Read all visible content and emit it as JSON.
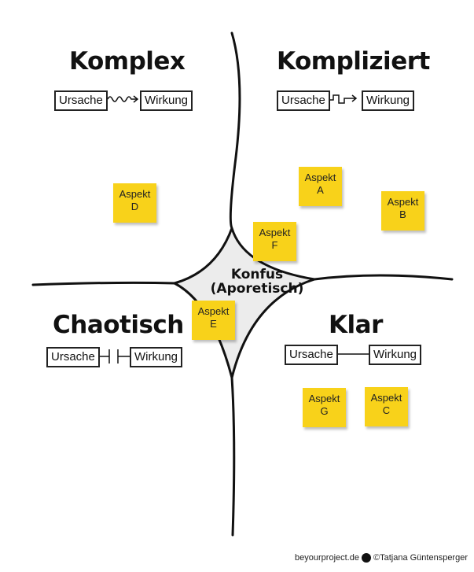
{
  "domains": {
    "complex": {
      "title": "Komplex",
      "cause": "Ursache",
      "effect": "Wirkung"
    },
    "complicated": {
      "title": "Kompliziert",
      "cause": "Ursache",
      "effect": "Wirkung"
    },
    "chaotic": {
      "title": "Chaotisch",
      "cause": "Ursache",
      "effect": "Wirkung"
    },
    "clear": {
      "title": "Klar",
      "cause": "Ursache",
      "effect": "Wirkung"
    },
    "confused": {
      "title": "Konfus",
      "subtitle": "(Aporetisch)"
    }
  },
  "stickies": {
    "d": {
      "label": "Aspekt",
      "letter": "D"
    },
    "a": {
      "label": "Aspekt",
      "letter": "A"
    },
    "b": {
      "label": "Aspekt",
      "letter": "B"
    },
    "f": {
      "label": "Aspekt",
      "letter": "F"
    },
    "e": {
      "label": "Aspekt",
      "letter": "E"
    },
    "g": {
      "label": "Aspekt",
      "letter": "G"
    },
    "c": {
      "label": "Aspekt",
      "letter": "C"
    }
  },
  "footer": {
    "site": "beyourproject.de",
    "copyright": "©Tatjana Güntensperger"
  },
  "colors": {
    "sticky": "#f8d21a",
    "center": "#ececec"
  }
}
